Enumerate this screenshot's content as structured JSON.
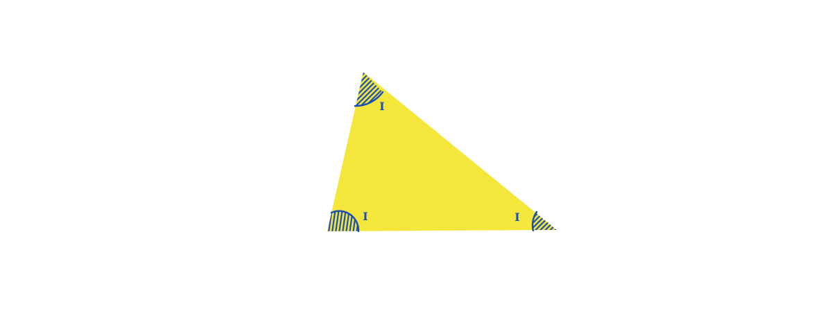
{
  "colors": {
    "background": "#ffffff",
    "triangle_fill": "#f5e63c",
    "angle_stroke": "#1a4fb5"
  },
  "triangle": {
    "angles": [
      {
        "id": "top",
        "label": "I",
        "hatch": "diagonal"
      },
      {
        "id": "bottom-left",
        "label": "I",
        "hatch": "vertical"
      },
      {
        "id": "bottom-right",
        "label": "I",
        "hatch": "diagonal"
      }
    ]
  }
}
